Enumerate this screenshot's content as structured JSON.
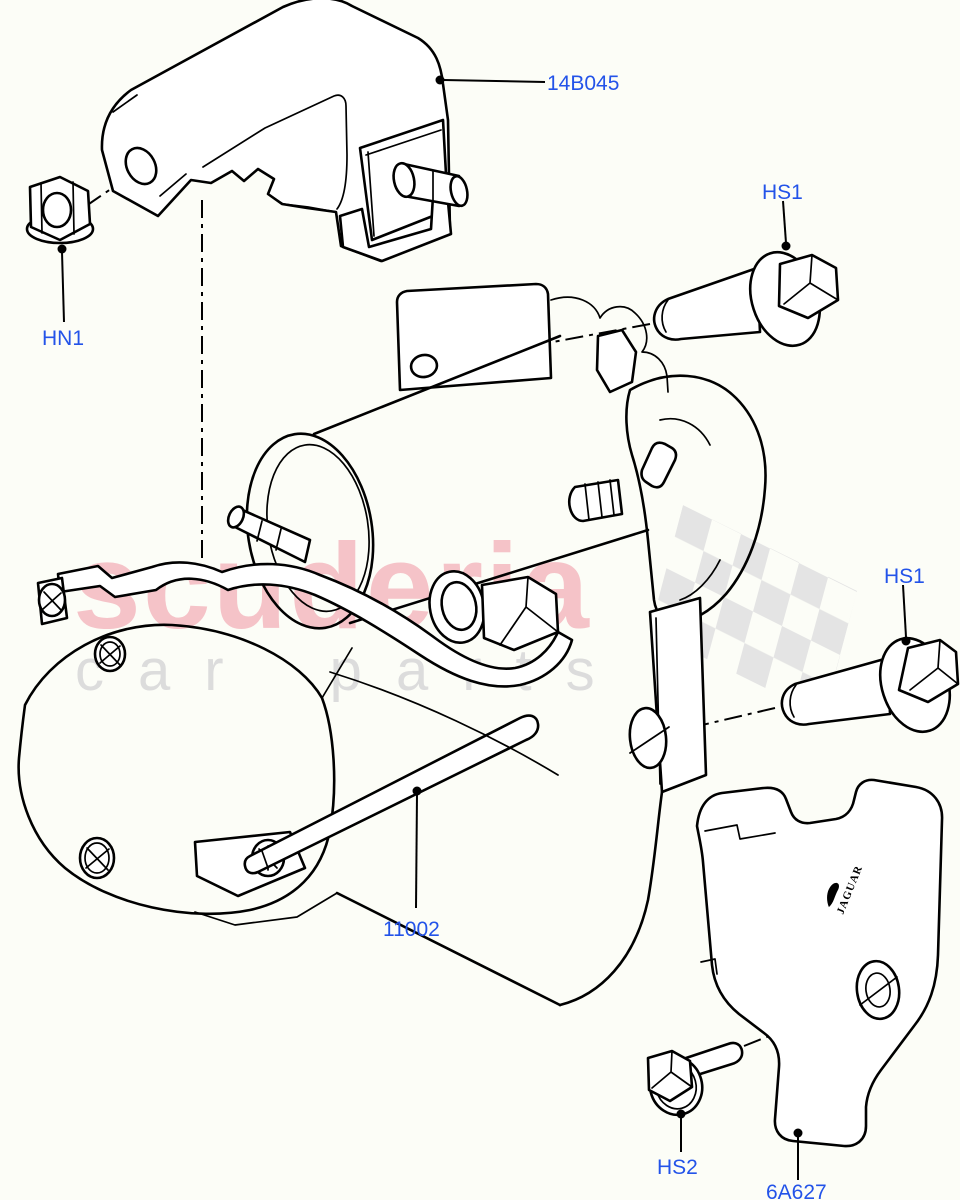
{
  "part_labels": {
    "cover": "14B045",
    "nut": "HN1",
    "bolt_upper": "HS1",
    "bolt_mid": "HS1",
    "starter_motor": "11002",
    "bolt_lower": "HS2",
    "heat_shield": "6A627"
  },
  "label_color": "#2353e9",
  "watermark": {
    "brand": "scuderia",
    "subtitle": "car parts",
    "brand_color": "#f5c3c8",
    "subtitle_color": "#dcdcdc",
    "flag_color": "#e4e4e4"
  },
  "part_markings": {
    "jaguar_logo": "JAGUAR"
  },
  "drawing": {
    "line_color": "#000000",
    "background": "#fcfdf7"
  }
}
